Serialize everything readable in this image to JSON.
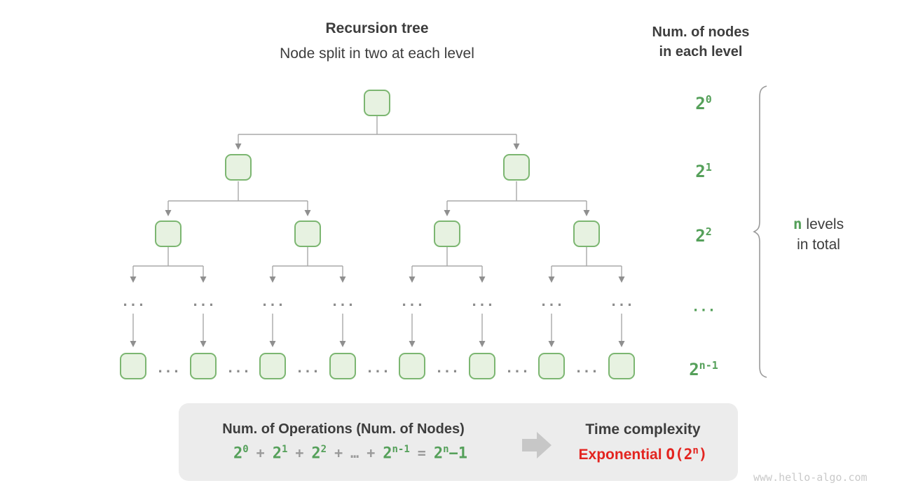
{
  "header": {
    "title": "Recursion tree",
    "subtitle": "Node split in two at each level"
  },
  "right_panel": {
    "title_line1": "Num. of nodes",
    "title_line2": "in each level",
    "levels": [
      {
        "base": "2",
        "sup": "0"
      },
      {
        "base": "2",
        "sup": "1"
      },
      {
        "base": "2",
        "sup": "2"
      },
      {
        "base": "...",
        "sup": ""
      },
      {
        "base": "2",
        "sup": "n-1"
      }
    ],
    "brace_note": {
      "n": "n",
      "line1_rest": " levels",
      "line2": "in total"
    }
  },
  "tree": {
    "ellipsis": "...",
    "levels_node_counts": [
      1,
      2,
      4,
      8
    ],
    "branching_factor": 2
  },
  "summary_box": {
    "operations_title": "Num. of Operations (Num. of Nodes)",
    "equation": {
      "tokens": [
        {
          "base": "2",
          "sup": "0"
        },
        {
          "text": "+"
        },
        {
          "base": "2",
          "sup": "1"
        },
        {
          "text": "+"
        },
        {
          "base": "2",
          "sup": "2"
        },
        {
          "text": "+"
        },
        {
          "text": "…"
        },
        {
          "text": "+"
        },
        {
          "base": "2",
          "sup": "n-1"
        },
        {
          "text": "="
        },
        {
          "base": "2",
          "sup": "n",
          "tail": "−1"
        }
      ]
    },
    "time_title": "Time complexity",
    "complexity": {
      "word": "Exponential",
      "big_o_open": "O(2",
      "big_o_sup": "n",
      "big_o_close": ")"
    }
  },
  "watermark": "www.hello-algo.com",
  "colors": {
    "green_text": "#55a05a",
    "red_text": "#e3241f",
    "node_fill": "#e7f2e1",
    "node_border": "#7cb671",
    "line_gray": "#a8a8a8",
    "arrowhead_gray": "#8f8f8f",
    "text_dark": "#3d3d3d",
    "operator_gray": "#9a9a9a",
    "summary_box_bg": "#ececec",
    "watermark_gray": "#c9c9c9"
  }
}
